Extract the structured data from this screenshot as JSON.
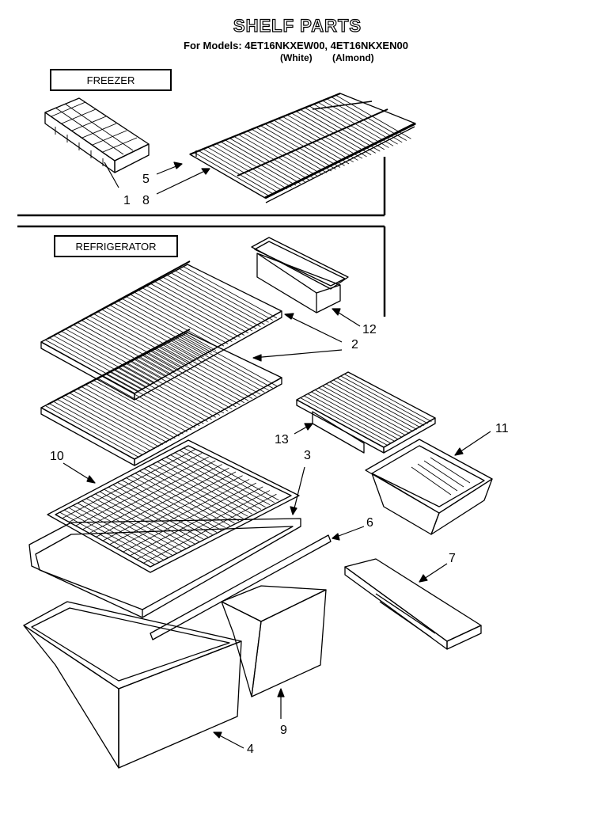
{
  "header": {
    "title": "SHELF PARTS",
    "models_line": "For Models: 4ET16NKXEW00, 4ET16NKXEN00",
    "sub_white": "(White)",
    "sub_almond": "(Almond)"
  },
  "sections": {
    "freezer": "FREEZER",
    "refrigerator": "REFRIGERATOR"
  },
  "callouts": {
    "c1": "1",
    "c8": "8",
    "c5": "5",
    "c12": "12",
    "c2": "2",
    "c13": "13",
    "c11": "11",
    "c10": "10",
    "c3": "3",
    "c6": "6",
    "c7": "7",
    "c9": "9",
    "c4": "4"
  }
}
